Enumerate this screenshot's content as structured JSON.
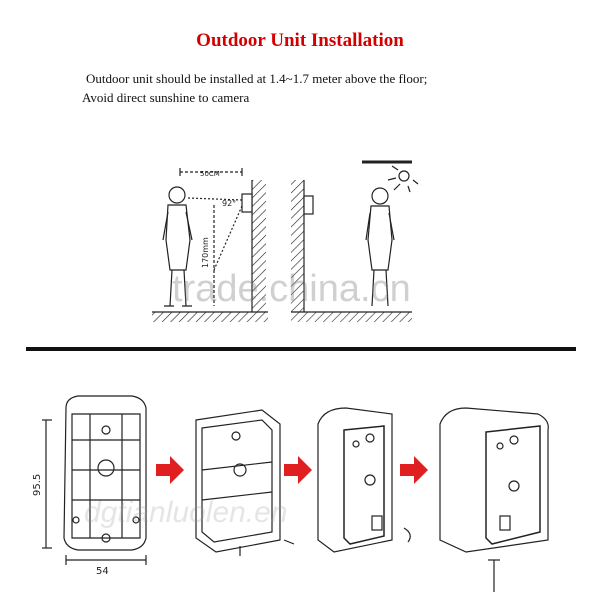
{
  "heading": {
    "title": "Outdoor Unit Installation"
  },
  "instructions": [
    "Outdoor unit should be installed at 1.4~1.7 meter above the floor;",
    "Avoid direct sunshine to camera"
  ],
  "diagram_labels": {
    "distance": "50CM",
    "angle": "92°",
    "height": "170mm",
    "unit_height": "95.5",
    "unit_width": "54"
  },
  "watermarks": {
    "center": "trade.china.cn",
    "bottom": "dgtianluolen.en"
  },
  "colors": {
    "title": "#d40000",
    "arrow": "#e02020",
    "line": "#222222"
  }
}
